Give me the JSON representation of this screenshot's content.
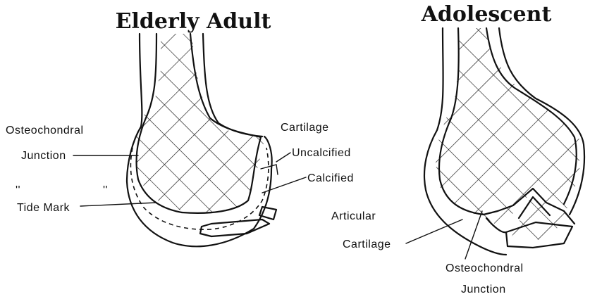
{
  "elderly": {
    "title": "Elderly Adult",
    "labels": {
      "osteochondral": "Osteochondral",
      "junction": "Junction",
      "quote_left": "''",
      "quote_right": "''",
      "tide_mark": "Tide Mark",
      "cartilage": "Cartilage",
      "uncalcified": "Uncalcified",
      "calcified": "Calcified"
    }
  },
  "adolescent": {
    "title": "Adolescent",
    "labels": {
      "articular": "Articular",
      "cartilage": "Cartilage",
      "osteochondral": "Osteochondral",
      "junction": "Junction"
    }
  }
}
